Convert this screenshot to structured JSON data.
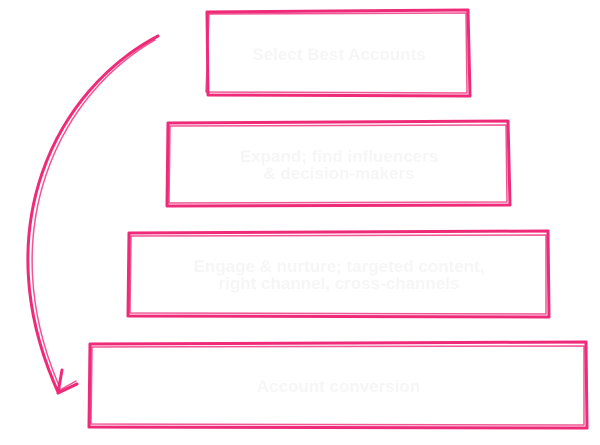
{
  "diagram": {
    "accent_color": "#ee2a79",
    "text_color": "#f6f6f6",
    "arrow_icon": "curved-arrow-icon",
    "tiers": [
      {
        "line1": "Select Best Accounts",
        "line2": ""
      },
      {
        "line1": "Expand; find influencers",
        "line2": "& decision-makers"
      },
      {
        "line1": "Engage & nurture; targeted content,",
        "line2": "right channel, cross-channels"
      },
      {
        "line1": "Account conversion",
        "line2": ""
      }
    ]
  }
}
